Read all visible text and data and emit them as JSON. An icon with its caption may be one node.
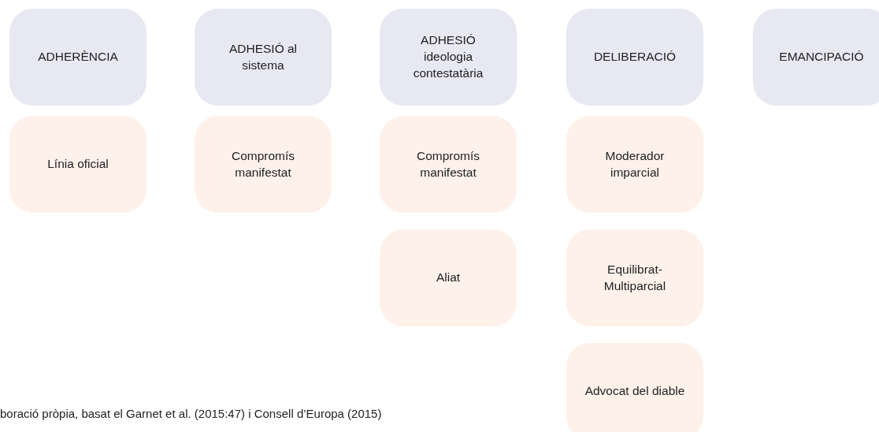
{
  "diagram": {
    "caption": "boració pròpia, basat el Garnet et al. (2015:47) i Consell d’Europa (2015)",
    "nodes": [
      {
        "text": [
          "ADHERÈNCIA"
        ]
      },
      {
        "text": [
          "ADHESIÓ al sistema"
        ]
      },
      {
        "text": [
          "ADHESIÓ ideologia contestatària"
        ]
      },
      {
        "text": [
          "DELIBERACIÓ"
        ]
      },
      {
        "text": [
          "EMANCIPACIÓ"
        ]
      },
      {
        "text": [
          "Línia oficial"
        ]
      },
      {
        "text": [
          "Compromís manifestat"
        ]
      },
      {
        "text": [
          "Compromís manifestat"
        ]
      },
      {
        "text": [
          "Moderador imparcial"
        ]
      },
      {
        "text": [
          "Aliat"
        ]
      },
      {
        "text": [
          "Equilibrat-Multiparcial"
        ]
      },
      {
        "text": [
          "Advocat del diable"
        ]
      }
    ]
  }
}
